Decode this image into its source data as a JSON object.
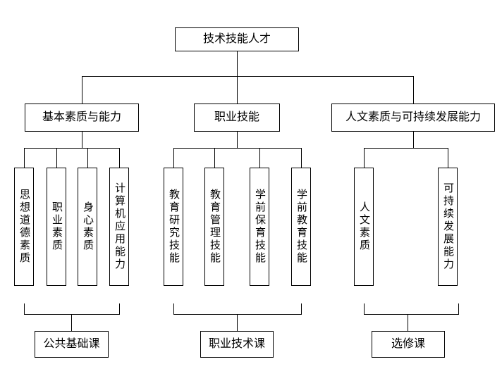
{
  "diagram": {
    "root_label": "技术技能人才",
    "line_color": "#000000",
    "groups": [
      {
        "label": "基本素质与能力",
        "children": [
          "思想道德素质",
          "职业素质",
          "身心素质",
          "计算机应用能力"
        ],
        "course": "公共基础课"
      },
      {
        "label": "职业技能",
        "children": [
          "教育研究技能",
          "教育管理技能",
          "学前保育技能",
          "学前教育技能"
        ],
        "course": "职业技术课"
      },
      {
        "label": "人文素质与可持续发展能力",
        "children": [
          "人文素质",
          "可持续发展能力"
        ],
        "course": "选修课"
      }
    ]
  }
}
